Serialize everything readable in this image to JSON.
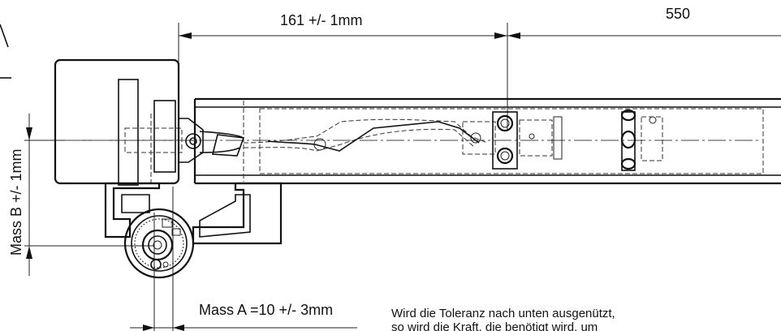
{
  "labels": {
    "dim_top_left": "161 +/- 1mm",
    "dim_top_right": "550",
    "dim_vertical": "Mass B +/- 1mm",
    "dim_bottom": "Mass A =10 +/- 3mm",
    "note_line1": "Wird die Toleranz nach unten ausgenützt,",
    "note_line2": "so wird die Kraft, die benötigt wird, um"
  }
}
